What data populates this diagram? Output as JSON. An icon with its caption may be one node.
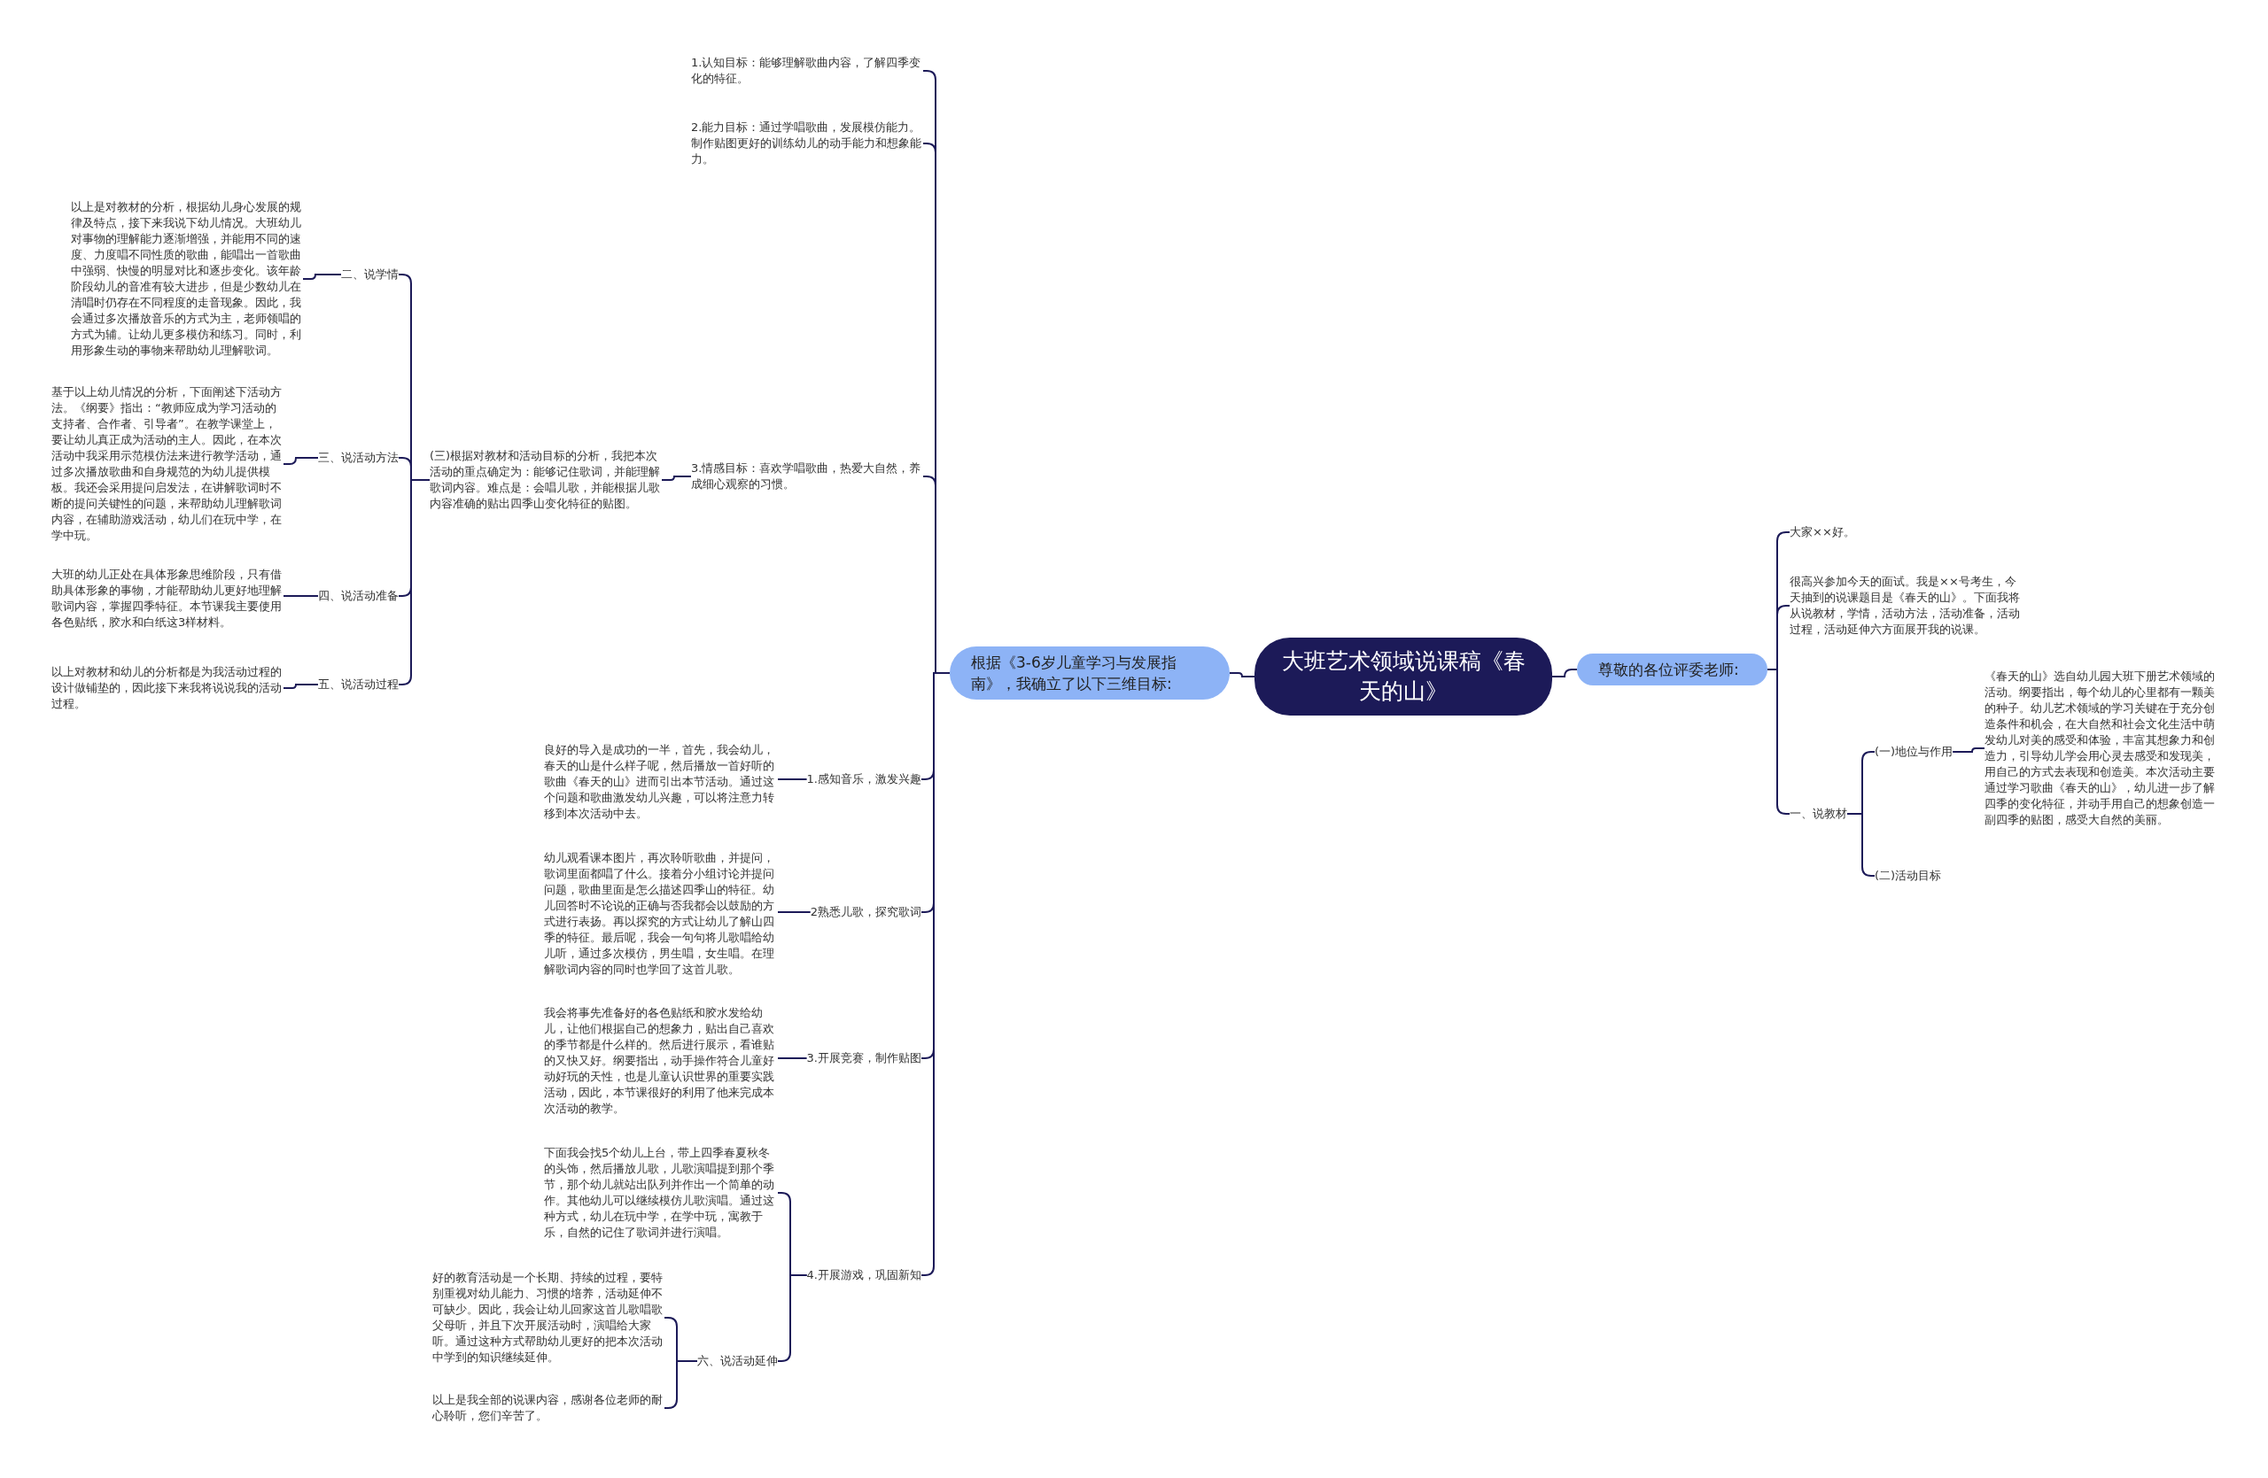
{
  "diagram": {
    "nodes": [
      {
        "text": [
          "大班艺术领域说课稿《春天的山》"
        ]
      },
      {
        "text": [
          "根据《3-6岁儿童学习与发展指南》，我确立了以下三维目标:"
        ]
      },
      {
        "text": [
          "1.认知目标：能够理解歌曲内容，了解四季变化的特征。"
        ]
      },
      {
        "text": [
          "2.能力目标：通过学唱歌曲，发展模仿能力。制作贴图更好的训练幼儿的动手能力和想象能力。"
        ]
      },
      {
        "text": [
          "3.情感目标：喜欢学唱歌曲，热爱大自然，养成细心观察的习惯。"
        ]
      },
      {
        "text": [
          "(三)根据对教材和活动目标的分析，我把本次活动的重点确定为：能够记住歌词，并能理解歌词内容。难点是：会唱儿歌，并能根据儿歌内容准确的贴出四季山变化特征的贴图。"
        ]
      },
      {
        "text": [
          "二、说学情"
        ]
      },
      {
        "text": [
          "以上是对教材的分析，根据幼儿身心发展的规律及特点，接下来我说下幼儿情况。大班幼儿对事物的理解能力逐渐增强，并能用不同的速度、力度唱不同性质的歌曲，能唱出一首歌曲中强弱、快慢的明显对比和逐步变化。该年龄阶段幼儿的音准有较大进步，但是少数幼儿在清唱时仍存在不同程度的走音现象。因此，我会通过多次播放音乐的方式为主，老师领唱的方式为辅。让幼儿更多模仿和练习。同时，利用形象生动的事物来帮助幼儿理解歌词。"
        ]
      },
      {
        "text": [
          "三、说活动方法"
        ]
      },
      {
        "text": [
          "基于以上幼儿情况的分析，下面阐述下活动方法。《纲要》指出：“教师应成为学习活动的支持者、合作者、引导者”。在教学课堂上，要让幼儿真正成为活动的主人。因此，在本次活动中我采用示范模仿法来进行教学活动，通过多次播放歌曲和自身规范的为幼儿提供模板。我还会采用提问启发法，在讲解歌词时不断的提问关键性的问题，来帮助幼儿理解歌词内容，在辅助游戏活动，幼儿们在玩中学，在学中玩。"
        ]
      },
      {
        "text": [
          "四、说活动准备"
        ]
      },
      {
        "text": [
          "大班的幼儿正处在具体形象思维阶段，只有借助具体形象的事物，才能帮助幼儿更好地理解歌词内容，掌握四季特征。本节课我主要使用各色贴纸，胶水和白纸这3样材料。"
        ]
      },
      {
        "text": [
          "五、说活动过程"
        ]
      },
      {
        "text": [
          "以上对教材和幼儿的分析都是为我活动过程的设计做铺垫的，因此接下来我将说说我的活动过程。"
        ]
      },
      {
        "text": [
          "1.感知音乐，激发兴趣"
        ]
      },
      {
        "text": [
          "良好的导入是成功的一半，首先，我会幼儿，春天的山是什么样子呢，然后播放一首好听的歌曲《春天的山》进而引出本节活动。通过这个问题和歌曲激发幼儿兴趣，可以将注意力转移到本次活动中去。"
        ]
      },
      {
        "text": [
          "2熟悉儿歌，探究歌词"
        ]
      },
      {
        "text": [
          "幼儿观看课本图片，再次聆听歌曲，并提问，歌词里面都唱了什么。接着分小组讨论并提问问题，歌曲里面是怎么描述四季山的特征。幼儿回答时不论说的正确与否我都会以鼓励的方式进行表扬。再以探究的方式让幼儿了解山四季的特征。最后呢，我会一句句将儿歌唱给幼儿听，通过多次模仿，男生唱，女生唱。在理解歌词内容的同时也学回了这首儿歌。"
        ]
      },
      {
        "text": [
          "3.开展竞赛，制作贴图"
        ]
      },
      {
        "text": [
          "我会将事先准备好的各色贴纸和胶水发给幼儿，让他们根据自己的想象力，贴出自己喜欢的季节都是什么样的。然后进行展示，看谁贴的又快又好。纲要指出，动手操作符合儿童好动好玩的天性，也是儿童认识世界的重要实践活动，因此，本节课很好的利用了他来完成本次活动的教学。"
        ]
      },
      {
        "text": [
          "4.开展游戏，巩固新知"
        ]
      },
      {
        "text": [
          "下面我会找5个幼儿上台，带上四季春夏秋冬的头饰，然后播放儿歌，儿歌演唱提到那个季节，那个幼儿就站出队列并作出一个简单的动作。其他幼儿可以继续模仿儿歌演唱。通过这种方式，幼儿在玩中学，在学中玩，寓教于乐，自然的记住了歌词并进行演唱。"
        ]
      },
      {
        "text": [
          "六、说活动延伸"
        ]
      },
      {
        "text": [
          "好的教育活动是一个长期、持续的过程，要特别重视对幼儿能力、习惯的培养，活动延伸不可缺少。因此，我会让幼儿回家这首儿歌唱歌父母听，并且下次开展活动时，演唱给大家听。通过这种方式帮助幼儿更好的把本次活动中学到的知识继续延伸。"
        ]
      },
      {
        "text": [
          "以上是我全部的说课内容，感谢各位老师的耐心聆听，您们辛苦了。"
        ]
      },
      {
        "text": [
          "尊敬的各位评委老师:"
        ]
      },
      {
        "text": [
          "大家××好。"
        ]
      },
      {
        "text": [
          "很高兴参加今天的面试。我是××号考生，今天抽到的说课题目是《春天的山》。下面我将从说教材，学情，活动方法，活动准备，活动过程，活动延伸六方面展开我的说课。"
        ]
      },
      {
        "text": [
          "一、说教材"
        ]
      },
      {
        "text": [
          "(一)地位与作用"
        ]
      },
      {
        "text": [
          "《春天的山》选自幼儿园大班下册艺术领域的活动。纲要指出，每个幼儿的心里都有一颗美的种子。幼儿艺术领域的学习关键在于充分创造条件和机会，在大自然和社会文化生活中萌发幼儿对美的感受和体验，丰富其想象力和创造力，引导幼儿学会用心灵去感受和发现美，用自己的方式去表现和创造美。本次活动主要通过学习歌曲《春天的山》，幼儿进一步了解四季的变化特征，并动手用自己的想象创造一副四季的贴图，感受大自然的美丽。"
        ]
      },
      {
        "text": [
          "(二)活动目标"
        ]
      }
    ],
    "edges": [
      {
        "from": 0,
        "to": 1,
        "arrow": "none"
      },
      {
        "from": 1,
        "to": 2,
        "arrow": "none"
      },
      {
        "from": 1,
        "to": 3,
        "arrow": "none"
      },
      {
        "from": 1,
        "to": 4,
        "arrow": "none"
      },
      {
        "from": 4,
        "to": 5,
        "arrow": "none"
      },
      {
        "from": 5,
        "to": 6,
        "arrow": "none"
      },
      {
        "from": 6,
        "to": 7,
        "arrow": "none"
      },
      {
        "from": 5,
        "to": 8,
        "arrow": "none"
      },
      {
        "from": 8,
        "to": 9,
        "arrow": "none"
      },
      {
        "from": 5,
        "to": 10,
        "arrow": "none"
      },
      {
        "from": 10,
        "to": 11,
        "arrow": "none"
      },
      {
        "from": 5,
        "to": 12,
        "arrow": "none"
      },
      {
        "from": 12,
        "to": 13,
        "arrow": "none"
      },
      {
        "from": 1,
        "to": 14,
        "arrow": "none"
      },
      {
        "from": 14,
        "to": 15,
        "arrow": "none"
      },
      {
        "from": 1,
        "to": 16,
        "arrow": "none"
      },
      {
        "from": 16,
        "to": 17,
        "arrow": "none"
      },
      {
        "from": 1,
        "to": 18,
        "arrow": "none"
      },
      {
        "from": 18,
        "to": 19,
        "arrow": "none"
      },
      {
        "from": 1,
        "to": 20,
        "arrow": "none"
      },
      {
        "from": 20,
        "to": 21,
        "arrow": "none"
      },
      {
        "from": 20,
        "to": 22,
        "arrow": "none"
      },
      {
        "from": 22,
        "to": 23,
        "arrow": "none"
      },
      {
        "from": 22,
        "to": 24,
        "arrow": "none"
      },
      {
        "from": 0,
        "to": 25,
        "arrow": "none"
      },
      {
        "from": 25,
        "to": 26,
        "arrow": "none"
      },
      {
        "from": 25,
        "to": 27,
        "arrow": "none"
      },
      {
        "from": 25,
        "to": 28,
        "arrow": "none"
      },
      {
        "from": 28,
        "to": 29,
        "arrow": "none"
      },
      {
        "from": 29,
        "to": 30,
        "arrow": "none"
      },
      {
        "from": 28,
        "to": 31,
        "arrow": "none"
      }
    ]
  }
}
